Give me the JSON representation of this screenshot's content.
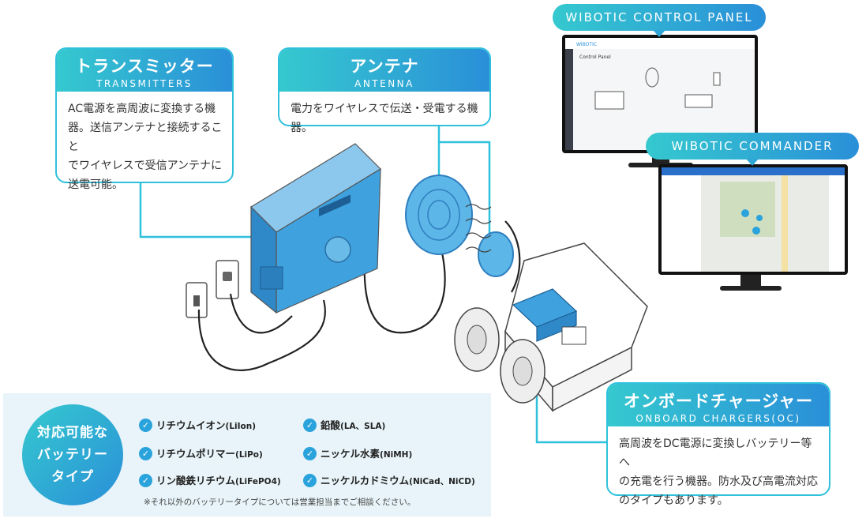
{
  "callouts": {
    "transmitter": {
      "title": "トランスミッター",
      "subtitle": "TRANSMITTERS",
      "body": [
        "AC電源を高周波に変換する機",
        "器。送信アンテナと接続すること",
        "でワイヤレスで受信アンテナに",
        "送電可能。"
      ]
    },
    "antenna": {
      "title": "アンテナ",
      "subtitle": "ANTENNA",
      "body": [
        "電力をワイヤレスで伝送・受電する機器。"
      ]
    },
    "onboard": {
      "title": "オンボードチャージャー",
      "subtitle": "ONBOARD CHARGERS(OC)",
      "body": [
        "高周波をDC電源に変換しバッテリー等へ",
        "の充電を行う機器。防水及び高電流対応",
        "のタイプもあります。"
      ]
    }
  },
  "screens": {
    "control_panel": {
      "label": "WIBOTIC CONTROL PANEL",
      "brand": "WIBOTIC",
      "page_title": "Control Panel"
    },
    "commander": {
      "label": "WIBOTIC COMMANDER"
    }
  },
  "battery": {
    "badge": [
      "対応可能な",
      "バッテリー",
      "タイプ"
    ],
    "items": [
      {
        "name": "リチウムイオン",
        "abbr": "(LiIon)"
      },
      {
        "name": "鉛酸",
        "abbr": "(LA、SLA)"
      },
      {
        "name": "リチウムポリマー",
        "abbr": "(LiPo)"
      },
      {
        "name": "ニッケル水素",
        "abbr": "(NiMH)"
      },
      {
        "name": "リン酸鉄リチウム",
        "abbr": "(LiFePO4)"
      },
      {
        "name": "ニッケルカドミウム",
        "abbr": "(NiCad、NiCD)"
      }
    ],
    "note": "※それ以外のバッテリータイプについては営業担当までご相談ください。"
  },
  "colors": {
    "accent_cyan": "#35c9cf",
    "accent_blue": "#2a8fd8",
    "device_blue": "#4aa8e0",
    "panel_bg": "#e8f4f9"
  },
  "icons": [
    "check-icon",
    "wibotic-logo-icon",
    "power-outlet-icon",
    "antenna-coil-icon"
  ]
}
